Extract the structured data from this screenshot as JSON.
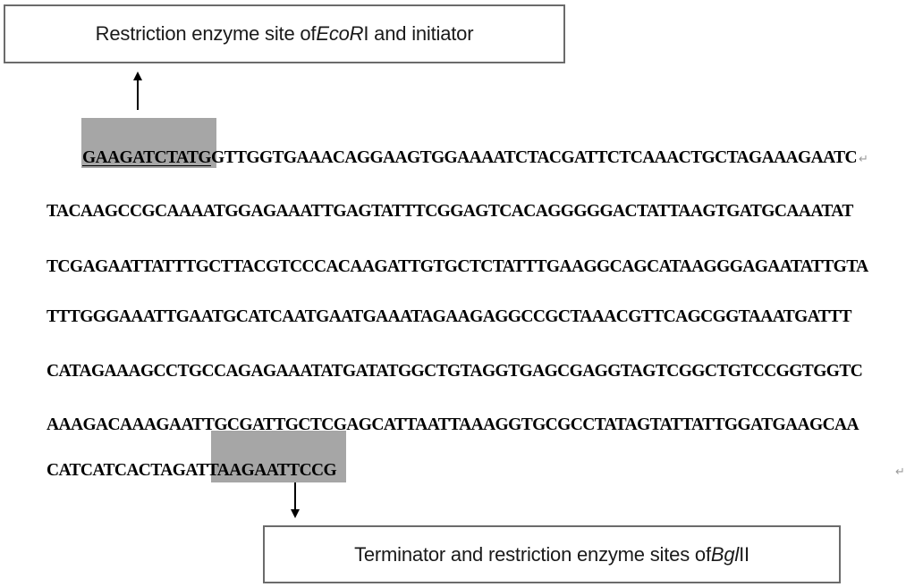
{
  "labels": {
    "top": {
      "before": "Restriction enzyme site of ",
      "italic": "EcoR",
      "after": "I and initiator"
    },
    "bottom": {
      "before": "Terminator and restriction enzyme sites of ",
      "italic": "Bgl",
      "after": "II"
    }
  },
  "sequence": {
    "line1": {
      "highlighted": "GAAGATCTATG",
      "rest": "GTTGGTGAAACAGGAAGTGGAAAATCTACGATTCTCAAACTGCTAGAAAGAATC",
      "mark": "↵"
    },
    "line2": "TACAAGCCGCAAAATGGAGAAATTGAGTATTTCGGAGTCACAGGGGGACTATTAAGTGATGCAAATAT",
    "line3": "TCGAGAATTATTTGCTTACGTCCCACAAGATTGTGCTCTATTTGAAGGCAGCATAAGGGAGAATATTGTA",
    "line4": "TTTGGGAAATTGAATGCATCAATGAATGAAATAGAAGAGGCCGCTAAACGTTCAGCGGTAAATGATTT",
    "line5": "CATAGAAAGCCTGCCAGAGAAATATGATATGGCTGTAGGTGAGCGAGGTAGTCGGCTGTCCGGTGGTC",
    "line6": "AAAGACAAAGAATTGCGATTGCTCGAGCATTAATTAAAGGTGCGCCTATAGTATTATTGGATGAAGCAA",
    "line7": "CATCATCACTAGATTAAGAATTCCG",
    "stray_mark": "↵"
  },
  "colors": {
    "highlight": "#a6a6a6",
    "box_border": "#6b6b6b",
    "arrow": "#000000"
  },
  "icons": {
    "top_arrow": "arrow-up-icon",
    "bottom_arrow": "arrow-down-icon"
  }
}
